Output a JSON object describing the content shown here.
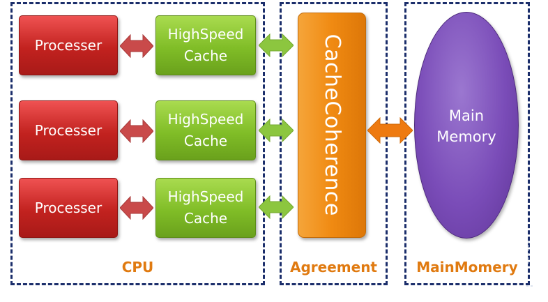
{
  "groups": {
    "cpu": {
      "label": "CPU"
    },
    "agreement": {
      "label": "Agreement"
    },
    "main_memory": {
      "label": "MainMomery"
    }
  },
  "processors": [
    {
      "label": "Processer"
    },
    {
      "label": "Processer"
    },
    {
      "label": "Processer"
    }
  ],
  "caches": [
    {
      "line1": "HighSpeed",
      "line2": "Cache"
    },
    {
      "line1": "HighSpeed",
      "line2": "Cache"
    },
    {
      "line1": "HighSpeed",
      "line2": "Cache"
    }
  ],
  "coherence": {
    "label": "CacheCoherence"
  },
  "memory": {
    "line1": "Main",
    "line2": "Memory"
  },
  "colors": {
    "processor": "#c2221f",
    "cache": "#80bd27",
    "coherence": "#f08a12",
    "memory": "#7a4cb8",
    "dashed_border": "#1b2e6b",
    "group_label": "#e07a10",
    "arrow_red": "#c94a4a",
    "arrow_green": "#8cc63f",
    "arrow_orange": "#ee7a10"
  }
}
